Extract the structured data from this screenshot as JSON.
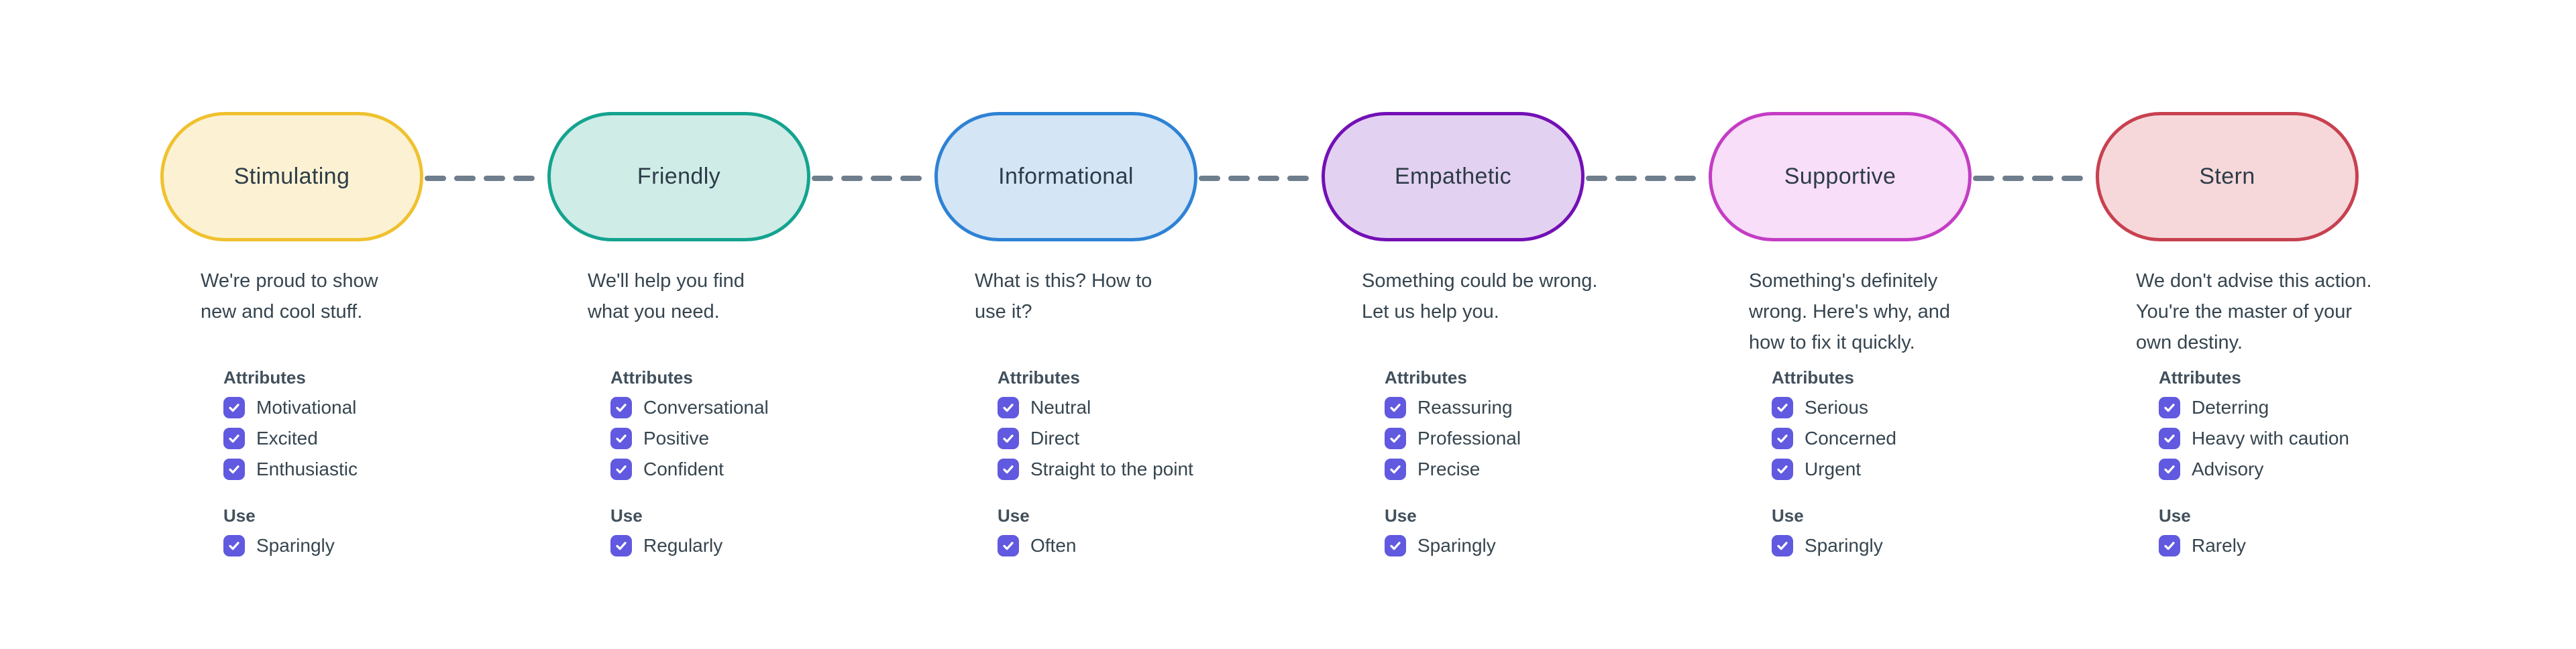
{
  "palette": {
    "title_color": "#2d3c48",
    "text_color": "#36454f",
    "label_color": "#42505c",
    "checkbox_color": "#6159df",
    "connector_color": "#6f7e8d",
    "background": "#ffffff",
    "checkmark_color": "#ffffff"
  },
  "labels": {
    "attributes": "Attributes",
    "use": "Use"
  },
  "tones": [
    {
      "name": "Stimulating",
      "pill_bg": "#fcf2d3",
      "pill_border": "#f0c12f",
      "description": "We're proud to show new and cool stuff.",
      "description_lines": [
        "We're proud to show",
        "new and cool stuff."
      ],
      "attributes": [
        "Motivational",
        "Excited",
        "Enthusiastic"
      ],
      "use": "Sparingly"
    },
    {
      "name": "Friendly",
      "pill_bg": "#cfece7",
      "pill_border": "#14a38f",
      "description": "We'll help you find what you need.",
      "description_lines": [
        "We'll help you find",
        "what you need."
      ],
      "attributes": [
        "Conversational",
        "Positive",
        "Confident"
      ],
      "use": "Regularly"
    },
    {
      "name": "Informational",
      "pill_bg": "#d4e5f6",
      "pill_border": "#2e82d4",
      "description": "What is this? How to use it?",
      "description_lines": [
        "What is this? How to",
        "use it?"
      ],
      "attributes": [
        "Neutral",
        "Direct",
        "Straight to the point"
      ],
      "use": "Often"
    },
    {
      "name": "Empathetic",
      "pill_bg": "#e3d1f1",
      "pill_border": "#7310b5",
      "description": "Something could be wrong. Let us help you.",
      "description_lines": [
        "Something could be wrong.",
        "Let us help you."
      ],
      "attributes": [
        "Reassuring",
        "Professional",
        "Precise"
      ],
      "use": "Sparingly"
    },
    {
      "name": "Supportive",
      "pill_bg": "#f8def8",
      "pill_border": "#c43dc4",
      "description": "Something's definitely wrong. Here's why, and how to fix it quickly.",
      "description_lines": [
        "Something's definitely",
        "wrong. Here's why, and",
        "how to fix it quickly."
      ],
      "attributes": [
        "Serious",
        "Concerned",
        "Urgent"
      ],
      "use": "Sparingly"
    },
    {
      "name": "Stern",
      "pill_bg": "#f6d8da",
      "pill_border": "#c84150",
      "description": "We don't advise this action. You're the master of your own destiny.",
      "description_lines": [
        "We don't advise this action.",
        "You're the master of your",
        "own destiny."
      ],
      "attributes": [
        "Deterring",
        "Heavy with caution",
        "Advisory"
      ],
      "use": "Rarely"
    }
  ]
}
